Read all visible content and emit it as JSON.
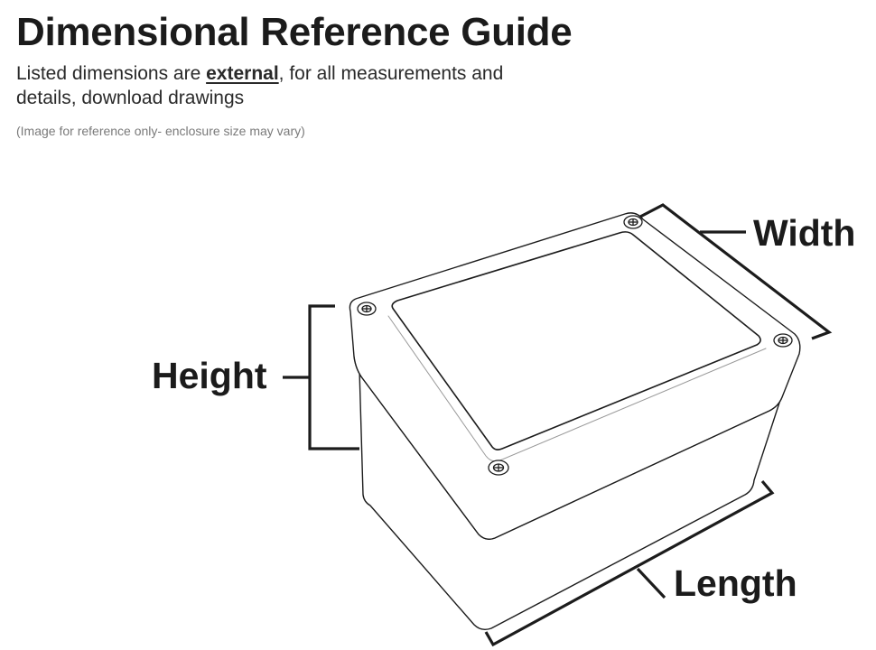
{
  "header": {
    "title": "Dimensional Reference Guide",
    "subtitle_before": "Listed dimensions are ",
    "subtitle_emphasis": "external",
    "subtitle_after": ", for all measurements and details, download drawings",
    "note": "(Image for reference only- enclosure size may vary)"
  },
  "dimensions": {
    "width": "Width",
    "height": "Height",
    "length": "Length"
  },
  "illustration": {
    "subject": "enclosure-box",
    "screw_icon": "phillips-screw-icon",
    "line_color": "#1c1c1c",
    "shade_color": "#f4f4f4"
  }
}
